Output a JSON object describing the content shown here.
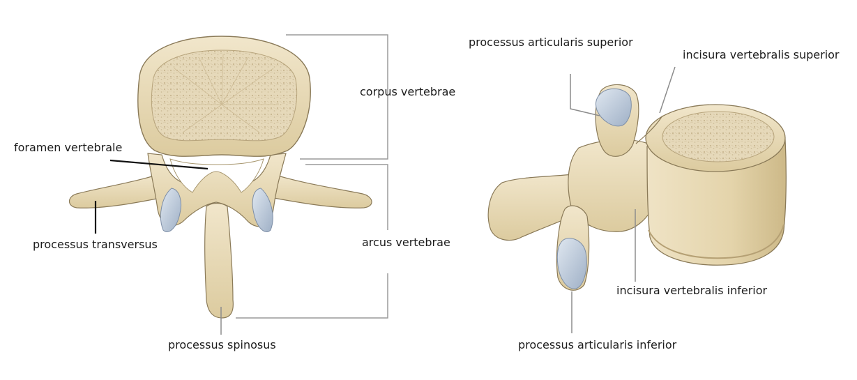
{
  "colors": {
    "bone": "#ecdfc1",
    "bone_shadow": "#c9b68c",
    "bone_outline": "#8a7a58",
    "cartilage": "#b9c6d6",
    "spongy": "#e3d6b6",
    "leader_dark": "#111111",
    "leader_grey": "#8c8c8c"
  },
  "labels": {
    "corpus_vertebrae": "corpus vertebrae",
    "foramen_vertebrale": "foramen vertebrale",
    "processus_transversus": "processus transversus",
    "arcus_vertebrae": "arcus vertebrae",
    "processus_spinosus": "processus spinosus",
    "processus_articularis_superior": "processus articularis superior",
    "incisura_vertebralis_superior": "incisura vertebralis superior",
    "incisura_vertebralis_inferior": "incisura vertebralis inferior",
    "processus_articularis_inferior": "processus articularis inferior"
  }
}
